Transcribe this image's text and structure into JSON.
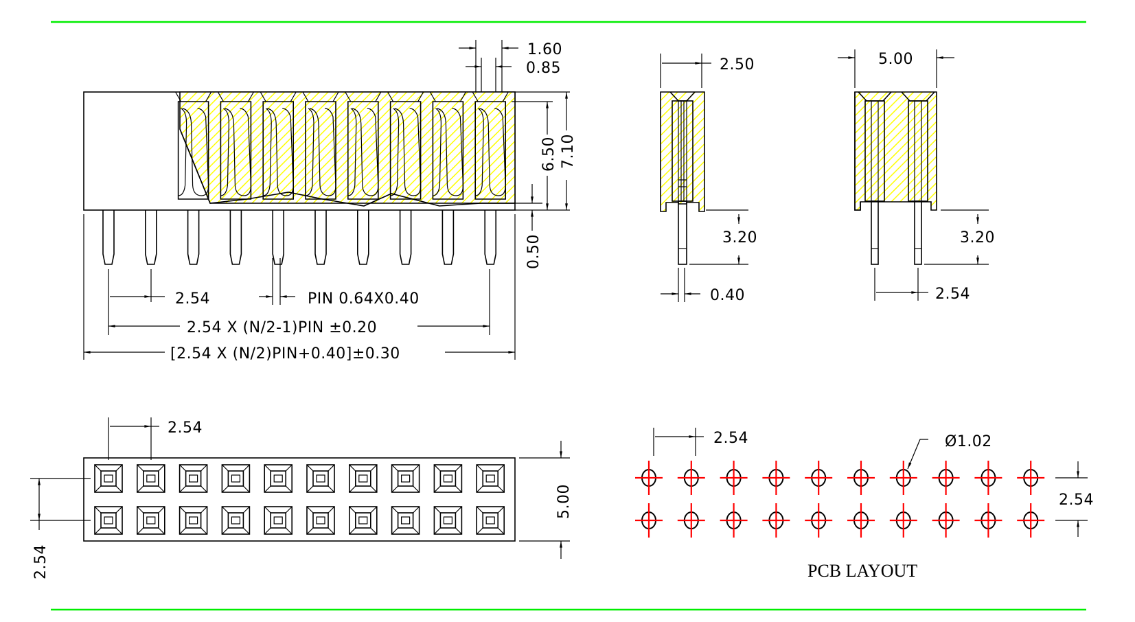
{
  "colors": {
    "border_line": "#00ee00",
    "outline": "#000000",
    "hatch": "#ffff00",
    "pcb_crosshair": "#ff0000"
  },
  "connector": {
    "pins_per_row": 10,
    "rows": 2,
    "pitch_mm": 2.54
  },
  "front_view": {
    "dims": {
      "top_outer": "1.60",
      "top_inner": "0.85",
      "height_inner": "6.50",
      "height_outer": "7.10",
      "standoff": "0.50",
      "pitch": "2.54",
      "pin_label": "PIN 0.64X0.40",
      "span_label": "2.54 X (N/2-1)PIN ±0.20",
      "total_label": "[2.54 X (N/2)PIN+0.40]±0.30"
    }
  },
  "side_view_single": {
    "dims": {
      "width": "2.50",
      "pin_length": "3.20",
      "pin_thickness": "0.40"
    }
  },
  "side_view_double": {
    "dims": {
      "width": "5.00",
      "pin_length": "3.20",
      "row_pitch": "2.54"
    }
  },
  "top_view": {
    "dims": {
      "pitch": "2.54",
      "width": "5.00",
      "row_pitch": "2.54"
    }
  },
  "pcb_layout": {
    "title": "PCB LAYOUT",
    "dims": {
      "pitch": "2.54",
      "hole_diameter": "Ø1.02",
      "row_pitch": "2.54"
    }
  }
}
